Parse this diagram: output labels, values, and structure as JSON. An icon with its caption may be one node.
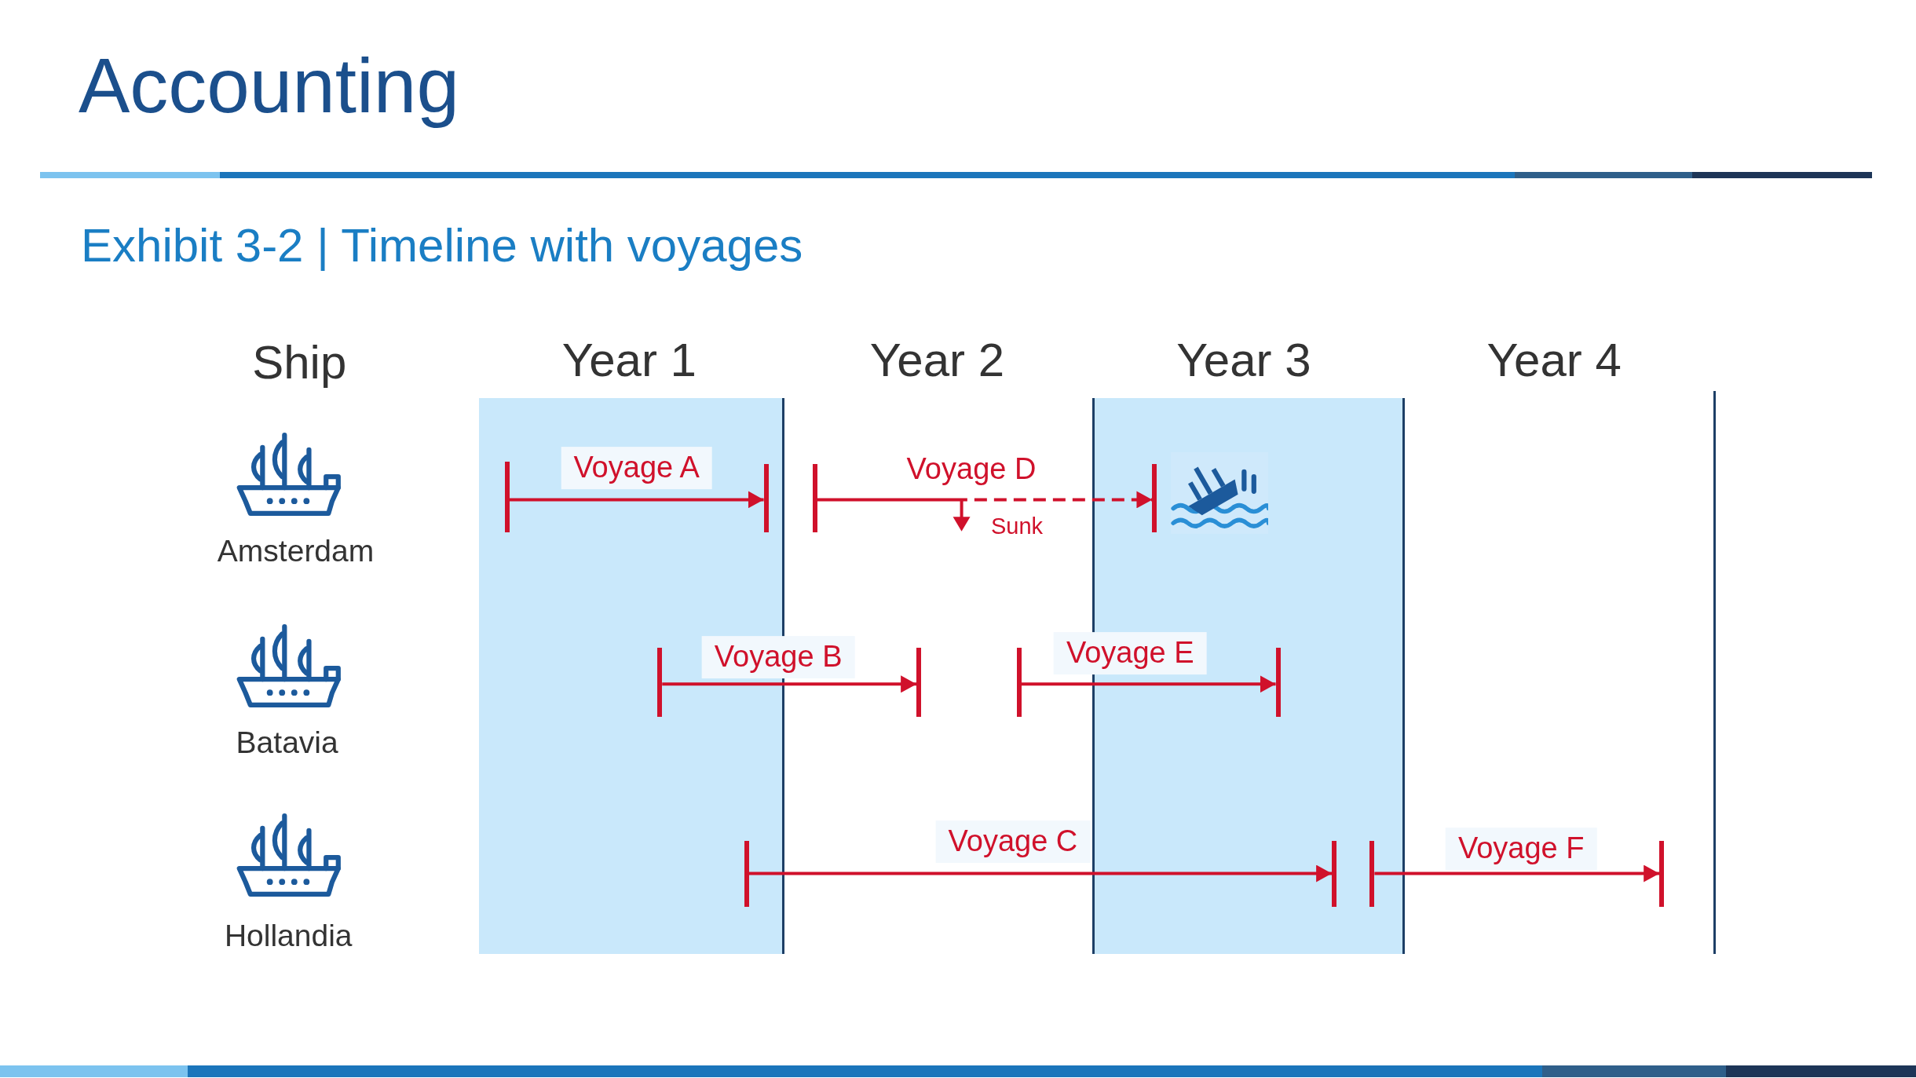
{
  "diagram": {
    "title": "Accounting",
    "caption": "Exhibit 3-2 | Timeline with voyages",
    "nodes": [
      {
        "text": [],
        "shape": "bar"
      },
      {
        "text": [],
        "shape": "bar"
      },
      {
        "text": [],
        "shape": "bar"
      },
      {
        "text": [],
        "shape": "bar"
      },
      {
        "text": [],
        "shape": "bar"
      },
      {
        "text": [],
        "shape": "bar"
      },
      {
        "text": [],
        "shape": "bar"
      },
      {
        "text": [],
        "shape": "bar"
      },
      {
        "text": [],
        "shape": "bar"
      },
      {
        "text": [],
        "shape": "bar"
      },
      {
        "text": [],
        "shape": "bar"
      },
      {
        "text": [],
        "shape": "bar"
      }
    ],
    "edges": [
      {
        "from": 0,
        "to": 1,
        "arrow": "to",
        "label": "Voyage A"
      },
      {
        "from": 2,
        "to": 3,
        "arrow": "to",
        "label": "Voyage D",
        "style": "dashed"
      },
      {
        "from": 4,
        "to": 5,
        "arrow": "to",
        "label": "Voyage B"
      },
      {
        "from": 6,
        "to": 7,
        "arrow": "to",
        "label": "Voyage E"
      },
      {
        "from": 8,
        "to": 9,
        "arrow": "to",
        "label": "Voyage C"
      },
      {
        "from": 10,
        "to": 11,
        "arrow": "to",
        "label": "Voyage F"
      }
    ],
    "labels": [
      "Ship",
      "Year 1",
      "Year 2",
      "Year 3",
      "Year 4",
      "Amsterdam",
      "Sunk",
      "Batavia",
      "Hollandia"
    ]
  }
}
